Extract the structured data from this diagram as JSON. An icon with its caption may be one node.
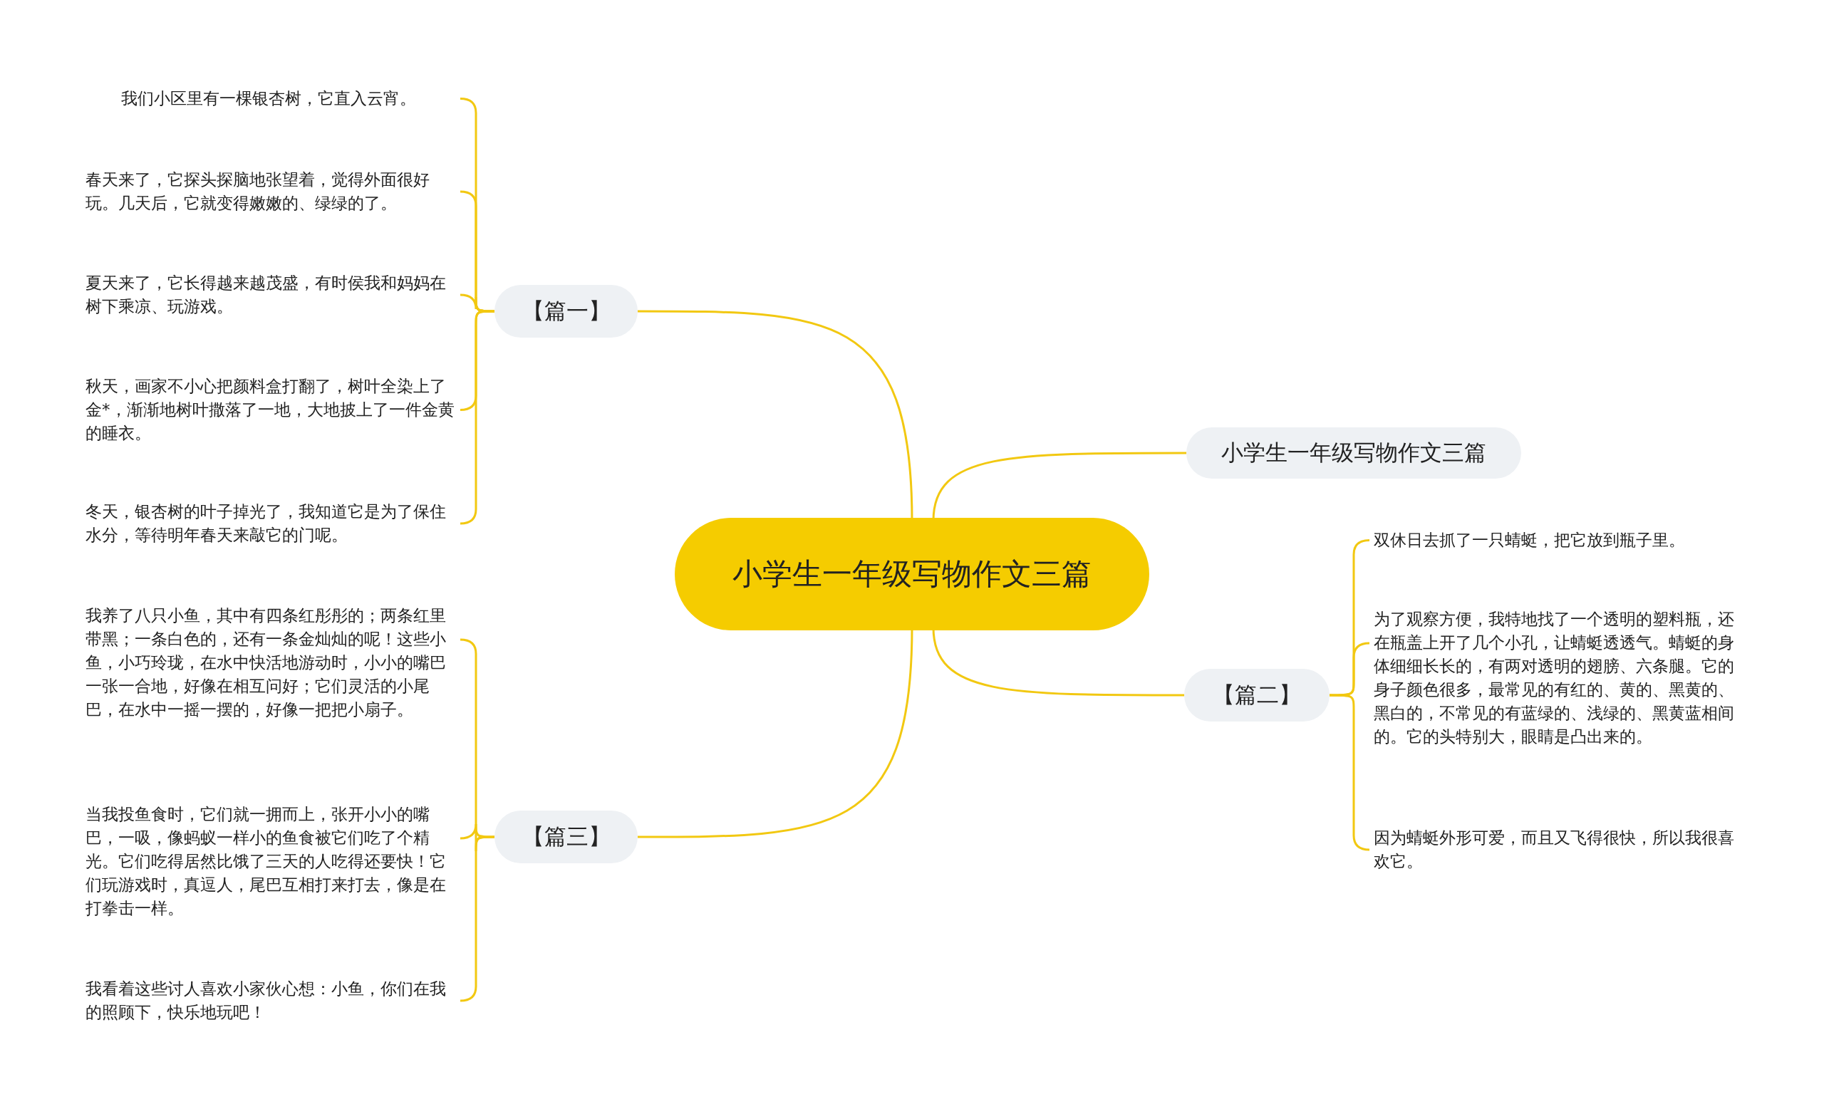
{
  "diagram": {
    "nodes": [
      {
        "text": [
          "小学生一年级写物作文三篇"
        ]
      },
      {
        "text": [
          "【篇一】"
        ]
      },
      {
        "text": [
          "我们小区里有一棵银杏树，它直入云宵。"
        ]
      },
      {
        "text": [
          "春天来了，它探头探脑地张望着，觉得外面很好玩。几天后，它就变得嫩嫩的、绿绿的了。"
        ]
      },
      {
        "text": [
          "夏天来了，它长得越来越茂盛，有时侯我和妈妈在树下乘凉、玩游戏。"
        ]
      },
      {
        "text": [
          "秋天，画家不小心把颜料盒打翻了，树叶全染上了金*，渐渐地树叶撒落了一地，大地披上了一件金黄的睡衣。"
        ]
      },
      {
        "text": [
          "冬天，银杏树的叶子掉光了，我知道它是为了保住水分，等待明年春天来敲它的门呢。"
        ]
      },
      {
        "text": [
          "小学生一年级写物作文三篇"
        ]
      },
      {
        "text": [
          "【篇二】"
        ]
      },
      {
        "text": [
          "双休日去抓了一只蜻蜓，把它放到瓶子里。"
        ]
      },
      {
        "text": [
          "为了观察方便，我特地找了一个透明的塑料瓶，还在瓶盖上开了几个小孔，让蜻蜓透透气。蜻蜓的身体细细长长的，有两对透明的翅膀、六条腿。它的身子颜色很多，最常见的有红的、黄的、黑黄的、黑白的，不常见的有蓝绿的、浅绿的、黑黄蓝相间的。它的头特别大，眼睛是凸出来的。"
        ]
      },
      {
        "text": [
          "因为蜻蜓外形可爱，而且又飞得很快，所以我很喜欢它。"
        ]
      },
      {
        "text": [
          "【篇三】"
        ]
      },
      {
        "text": [
          "我养了八只小鱼，其中有四条红彤彤的；两条红里带黑；一条白色的，还有一条金灿灿的呢！这些小鱼，小巧玲珑，在水中快活地游动时，小小的嘴巴一张一合地，好像在相互问好；它们灵活的小尾巴，在水中一摇一摆的，好像一把把小扇子。"
        ]
      },
      {
        "text": [
          "当我投鱼食时，它们就一拥而上，张开小小的嘴巴，一吸，像蚂蚁一样小的鱼食被它们吃了个精光。它们吃得居然比饿了三天的人吃得还要快！它们玩游戏时，真逗人，尾巴互相打来打去，像是在打拳击一样。"
        ]
      },
      {
        "text": [
          "我看着这些讨人喜欢小家伙心想：小鱼，你们在我的照顾下，快乐地玩吧！"
        ]
      }
    ],
    "edges": [
      {
        "from": 0,
        "to": 1,
        "arrow": "none"
      },
      {
        "from": 1,
        "to": 2,
        "arrow": "none"
      },
      {
        "from": 1,
        "to": 3,
        "arrow": "none"
      },
      {
        "from": 1,
        "to": 4,
        "arrow": "none"
      },
      {
        "from": 1,
        "to": 5,
        "arrow": "none"
      },
      {
        "from": 1,
        "to": 6,
        "arrow": "none"
      },
      {
        "from": 0,
        "to": 7,
        "arrow": "none"
      },
      {
        "from": 0,
        "to": 8,
        "arrow": "none"
      },
      {
        "from": 8,
        "to": 9,
        "arrow": "none"
      },
      {
        "from": 8,
        "to": 10,
        "arrow": "none"
      },
      {
        "from": 8,
        "to": 11,
        "arrow": "none"
      },
      {
        "from": 0,
        "to": 12,
        "arrow": "none"
      },
      {
        "from": 12,
        "to": 13,
        "arrow": "none"
      },
      {
        "from": 12,
        "to": 14,
        "arrow": "none"
      },
      {
        "from": 12,
        "to": 15,
        "arrow": "none"
      }
    ]
  }
}
